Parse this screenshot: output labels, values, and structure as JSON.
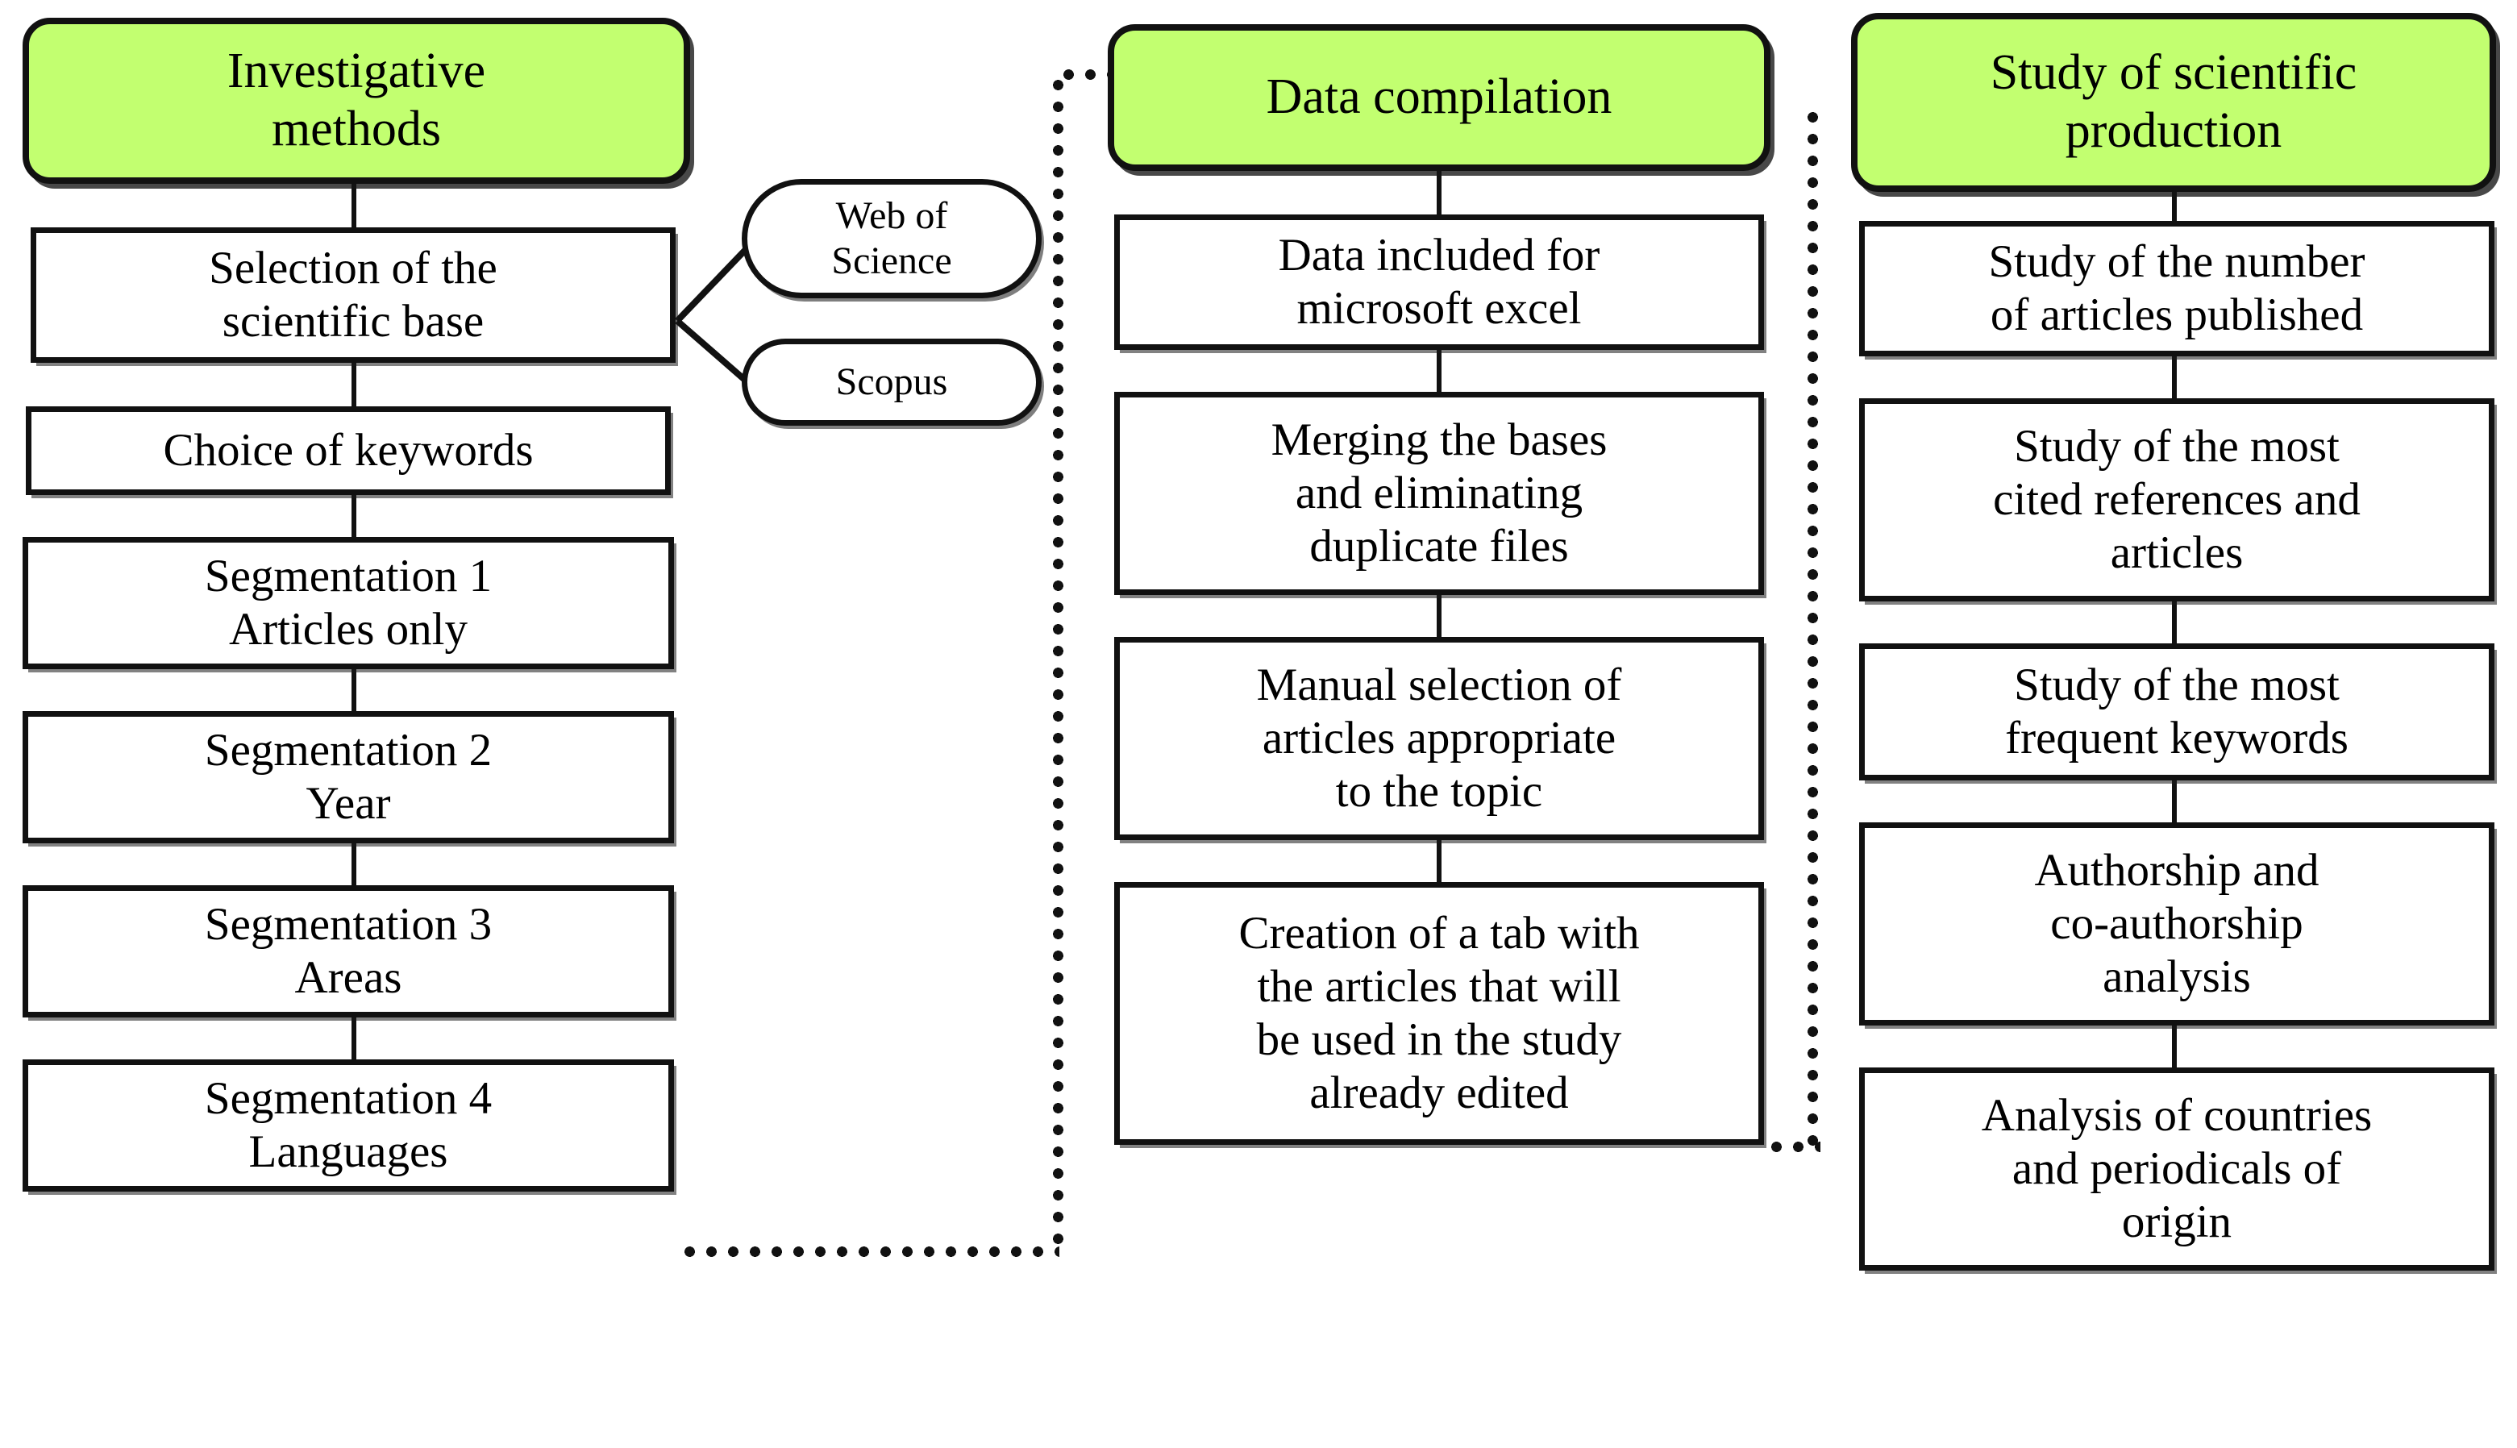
{
  "diagram": {
    "title": "Bibliometric research methodology flowchart",
    "type": "flowchart",
    "accent_color": "#C2FF70",
    "line_color": "#111111",
    "background_color": "#FFFFFF"
  },
  "columns": [
    {
      "id": "investigative-methods",
      "header": "Investigative\nmethods",
      "steps": [
        {
          "id": "selection-scientific-base",
          "label": "Selection of the\nscientific base"
        },
        {
          "id": "choice-of-keywords",
          "label": "Choice of keywords"
        },
        {
          "id": "segmentation-1",
          "label": "Segmentation 1\nArticles only"
        },
        {
          "id": "segmentation-2",
          "label": "Segmentation 2\nYear"
        },
        {
          "id": "segmentation-3",
          "label": "Segmentation 3\nAreas"
        },
        {
          "id": "segmentation-4",
          "label": "Segmentation 4\nLanguages"
        }
      ],
      "databases": [
        {
          "id": "web-of-science",
          "label": "Web of\nScience"
        },
        {
          "id": "scopus",
          "label": "Scopus"
        }
      ]
    },
    {
      "id": "data-compilation",
      "header": "Data compilation",
      "steps": [
        {
          "id": "data-included-excel",
          "label": "Data included for\nmicrosoft excel"
        },
        {
          "id": "merging-bases",
          "label": "Merging  the bases\nand eliminating\nduplicate files"
        },
        {
          "id": "manual-selection",
          "label": "Manual selection of\narticles appropriate\nto the topic"
        },
        {
          "id": "creation-of-tab",
          "label": "Creation of a tab with\nthe articles that will\nbe used in the study\nalready edited"
        }
      ]
    },
    {
      "id": "study-scientific-production",
      "header": "Study of scientific\nproduction",
      "steps": [
        {
          "id": "number-of-articles",
          "label": "Study of the number\nof articles published"
        },
        {
          "id": "most-cited",
          "label": "Study of the most\ncited references and\narticles"
        },
        {
          "id": "frequent-keywords",
          "label": "Study of the most\nfrequent keywords"
        },
        {
          "id": "authorship-analysis",
          "label": "Authorship and\nco-authorship\nanalysis"
        },
        {
          "id": "countries-periodicals",
          "label": "Analysis of countries\nand periodicals of\norigin"
        }
      ]
    }
  ],
  "connectors": {
    "segmentation4_to_data_compilation": "dotted",
    "creation_tab_to_study": "dotted"
  }
}
